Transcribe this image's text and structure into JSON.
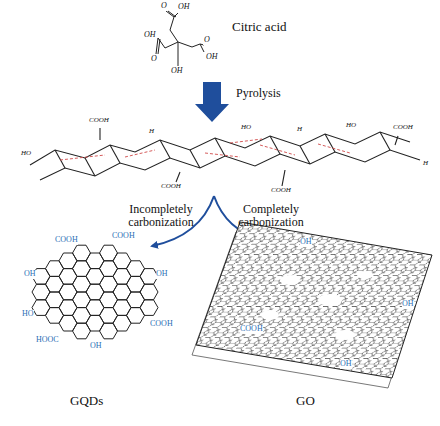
{
  "diagram": {
    "labels": [
      "Citric acid",
      "Pyrolysis",
      "Incompletely carbonization",
      "Completely carbonization",
      "GQDs",
      "GO",
      "O",
      "OH",
      "OH",
      "O",
      "O",
      "OH",
      "OH",
      "COOH",
      "HO",
      "H",
      "HO",
      "COOH",
      "COOH",
      "H",
      "HO",
      "COOH",
      "H",
      "COOH",
      "COOH",
      "OH",
      "OH",
      "COOH",
      "HO",
      "OH",
      "HOOC",
      "OH",
      "OH",
      "COOH",
      "OH"
    ]
  }
}
